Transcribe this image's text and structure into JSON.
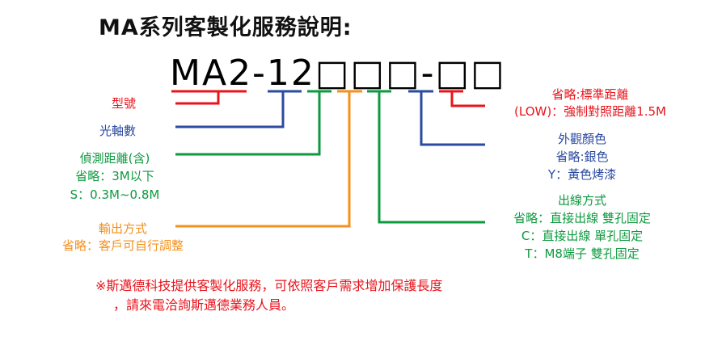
{
  "title": "MA系列客製化服務說明:",
  "model_code": "MA2-12□□□-□□",
  "colors": {
    "red": "#e8141c",
    "blue": "#2b4aa0",
    "green": "#0d9a3f",
    "orange": "#f5901e"
  },
  "left": {
    "model": "型號",
    "axes": "光軸數",
    "range": [
      "偵測距離(含)",
      "省略：3M以下",
      "S：0.3M~0.8M"
    ],
    "output": [
      "輸出方式",
      "省略：客戶可自行調整"
    ]
  },
  "right": {
    "distance": [
      "省略:標準距離",
      "(LOW)：強制對照距離1.5M"
    ],
    "color": [
      "外觀顏色",
      "省略:銀色",
      "Y：黃色烤漆"
    ],
    "wiring": [
      "出線方式",
      "省略：直接出線 雙孔固定",
      "C：直接出線 單孔固定",
      "T：M8端子 雙孔固定"
    ]
  },
  "note": [
    "※斯邁德科技提供客製化服務，可依照客戶需求增加保護長度",
    "，請來電洽詢斯邁德業務人員。"
  ]
}
